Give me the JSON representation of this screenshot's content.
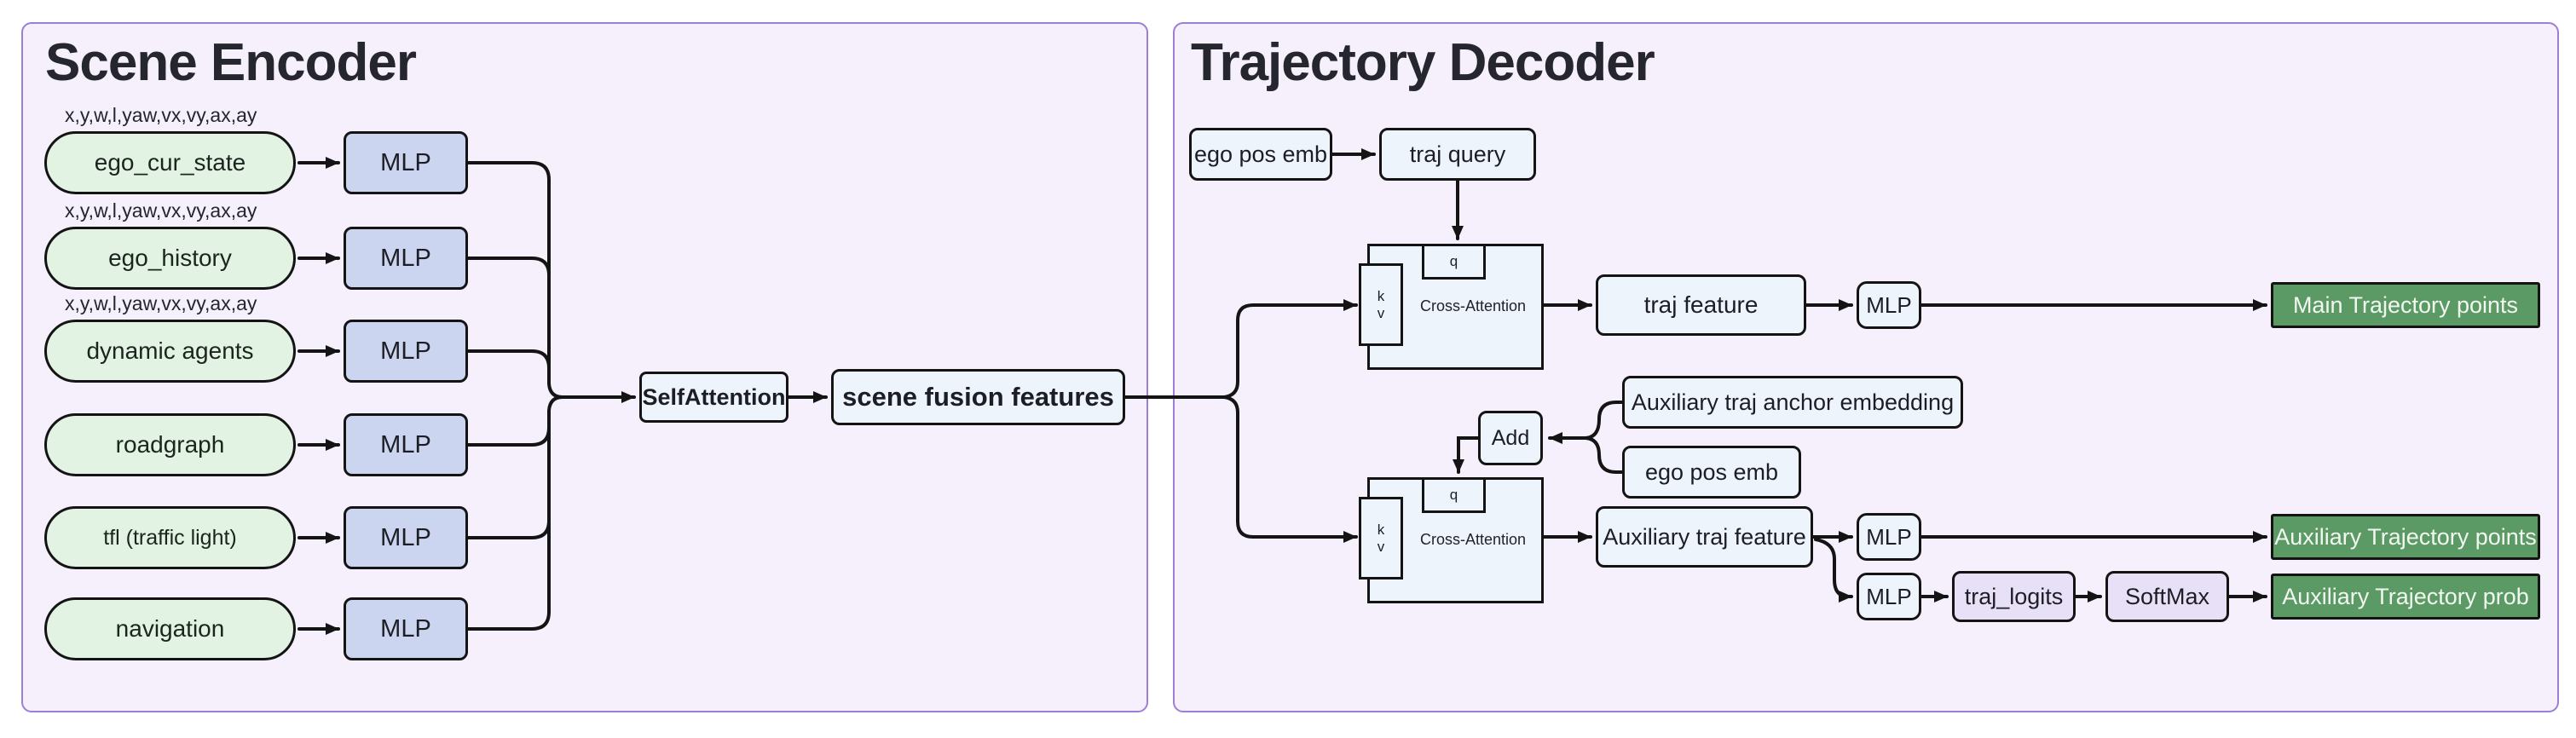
{
  "encoder": {
    "title": "Scene Encoder",
    "rows": [
      {
        "input": "ego_cur_state",
        "label": "x,y,w,l,yaw,vx,vy,ax,ay",
        "mlp": "MLP"
      },
      {
        "input": "ego_history",
        "label": "x,y,w,l,yaw,vx,vy,ax,ay",
        "mlp": "MLP"
      },
      {
        "input": "dynamic agents",
        "label": "x,y,w,l,yaw,vx,vy,ax,ay",
        "mlp": "MLP"
      },
      {
        "input": "roadgraph",
        "mlp": "MLP"
      },
      {
        "input": "tfl (traffic light)",
        "mlp": "MLP"
      },
      {
        "input": "navigation",
        "mlp": "MLP"
      }
    ],
    "self_attention": "SelfAttention",
    "fusion": "scene fusion features"
  },
  "decoder": {
    "title": "Trajectory Decoder",
    "ego_pos_emb": "ego pos emb",
    "traj_query": "traj query",
    "cross_attention_1": {
      "label": "Cross-Attention",
      "q": "q",
      "k": "k",
      "v": "v"
    },
    "traj_feature": "traj feature",
    "mlp_main": "MLP",
    "main_output": "Main Trajectory points",
    "add": "Add",
    "aux_anchor": "Auxiliary traj anchor embedding",
    "ego_pos_emb_2": "ego pos emb",
    "cross_attention_2": {
      "label": "Cross-Attention",
      "q": "q",
      "k": "k",
      "v": "v"
    },
    "aux_traj_feature": "Auxiliary traj feature",
    "mlp_aux_points": "MLP",
    "mlp_aux_prob": "MLP",
    "traj_logits": "traj_logits",
    "softmax": "SoftMax",
    "aux_points_output": "Auxiliary Trajectory points",
    "aux_prob_output": "Auxiliary Trajectory prob"
  },
  "colors": {
    "panel_fill": "#f5f0fb",
    "panel_border": "#9b7ed6",
    "input_green": "#e2f3e3",
    "mlp_periwinkle": "#ccd5f0",
    "flow_blue": "#eef4fb",
    "lavender": "#e7e0f7",
    "output_green": "#5b9a64",
    "line_black": "#141414"
  }
}
